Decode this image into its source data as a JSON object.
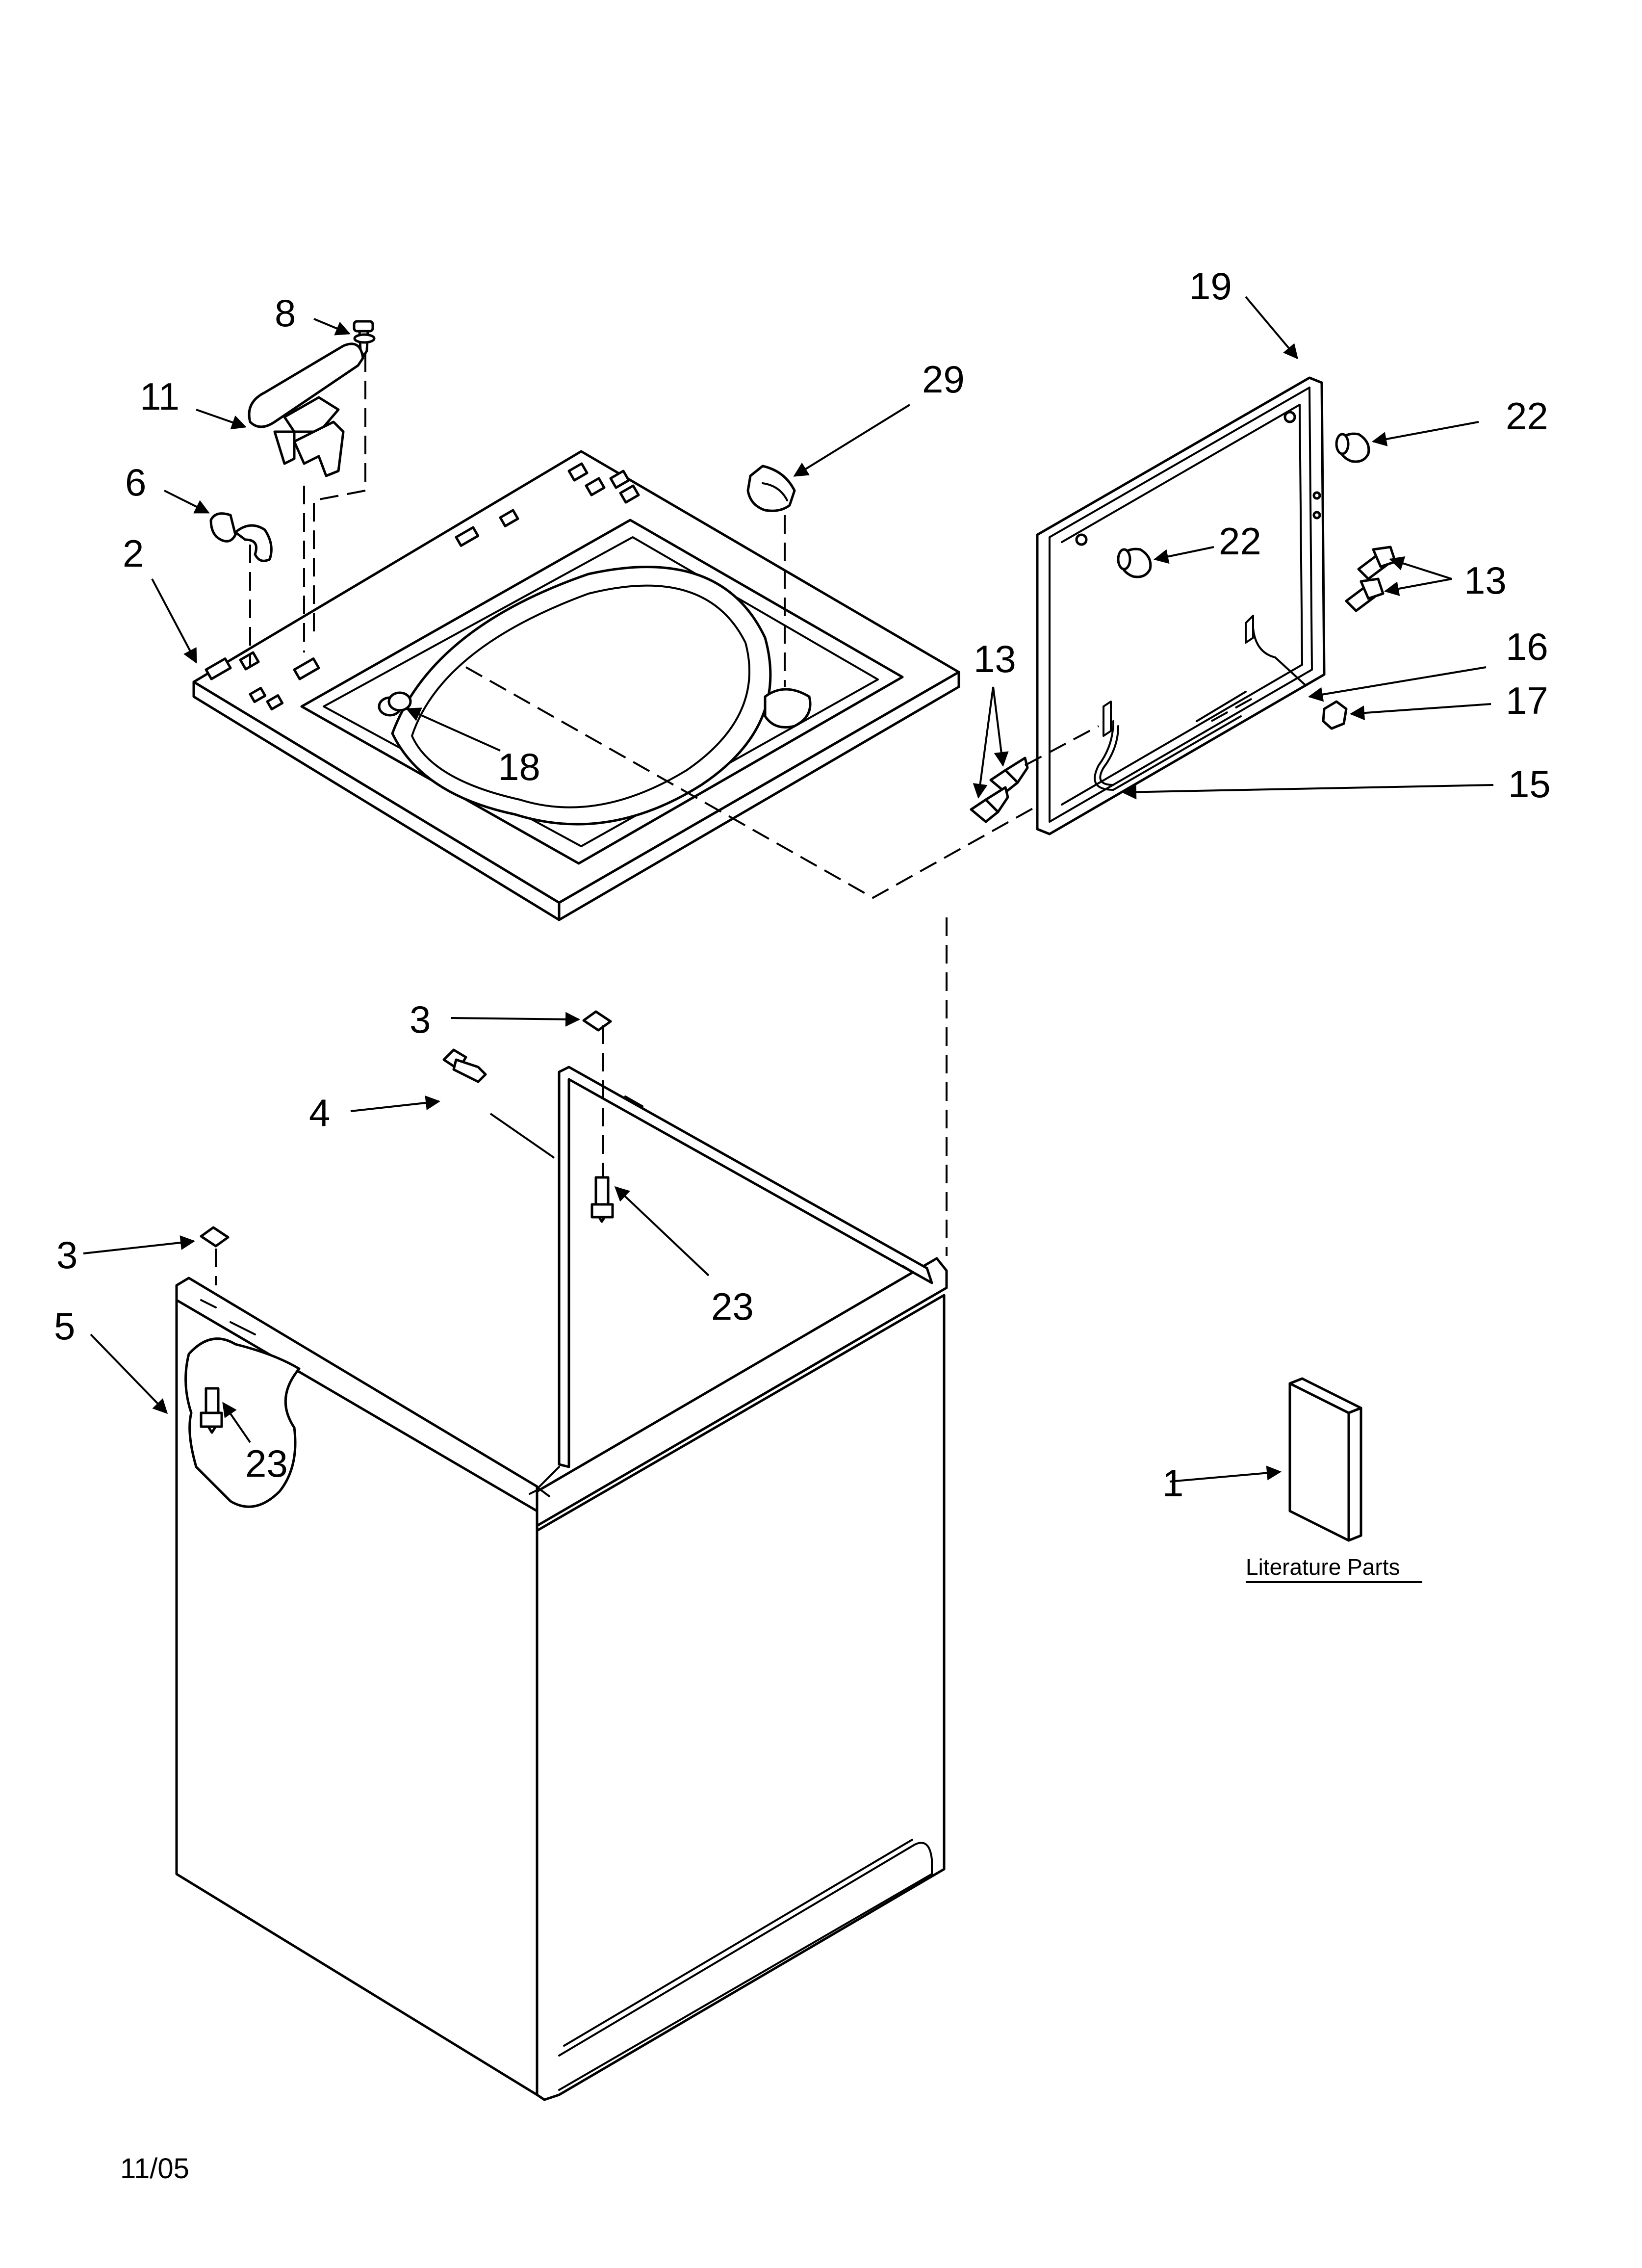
{
  "callouts": {
    "c1": "1",
    "c2": "2",
    "c3a": "3",
    "c3b": "3",
    "c4": "4",
    "c5": "5",
    "c6": "6",
    "c8": "8",
    "c11": "11",
    "c13a": "13",
    "c13b": "13",
    "c15": "15",
    "c16": "16",
    "c17": "17",
    "c18": "18",
    "c19": "19",
    "c22a": "22",
    "c22b": "22",
    "c23a": "23",
    "c23b": "23",
    "c29": "29"
  },
  "literature_label": "Literature Parts",
  "date_code": "11/05"
}
